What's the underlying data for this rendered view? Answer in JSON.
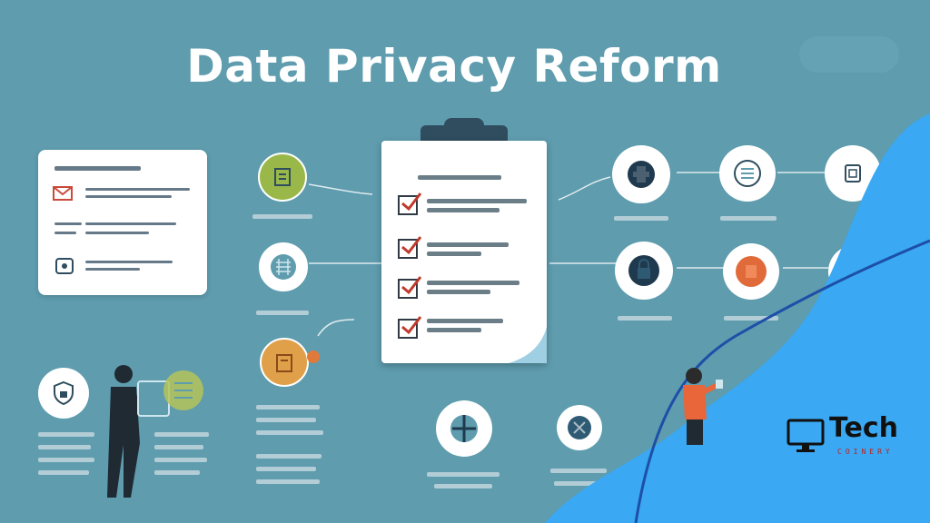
{
  "title": "Data Privacy Reform",
  "logo": {
    "text": "Tech",
    "subtext": "COINERY"
  },
  "colors": {
    "background": "#5e9cae",
    "wave": "#3aa8f2",
    "wave_line": "#1d4fa8",
    "card": "#ffffff",
    "dark_ink": "#2f4d5e"
  },
  "icons": {
    "gmail": "gmail-icon",
    "shield": "shield-icon",
    "lock": "lock-icon",
    "check": "check-icon",
    "monitor": "monitor-icon"
  }
}
